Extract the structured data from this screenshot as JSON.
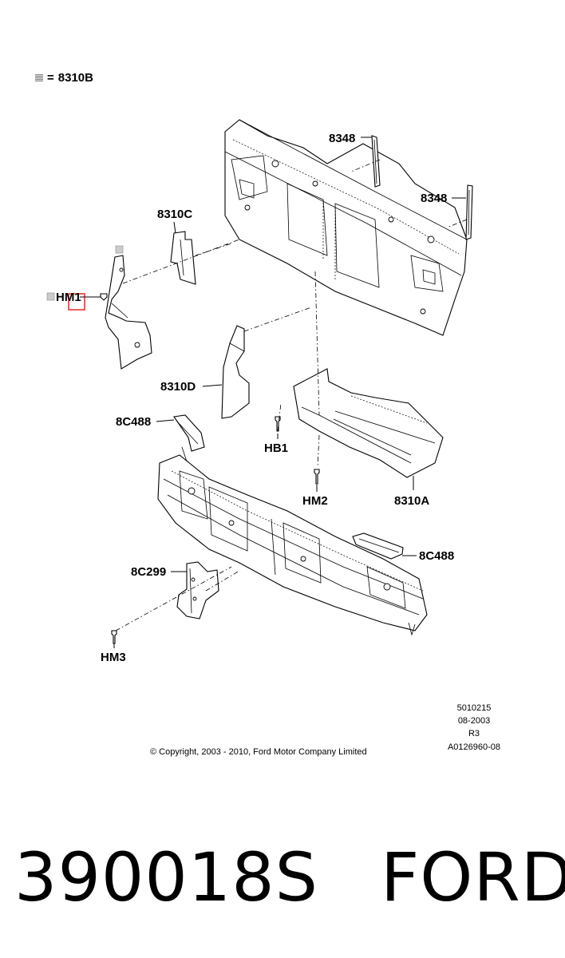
{
  "legend": {
    "swatch_name": "crosshatch-swatch",
    "equals": "=",
    "code": "8310B"
  },
  "callouts": {
    "c8348_top": "8348",
    "c8348_right": "8348",
    "c8310C": "8310C",
    "cHM1": "HM1",
    "c8310D": "8310D",
    "c8C488_left": "8C488",
    "cHB1": "HB1",
    "cHM2": "HM2",
    "c8310A": "8310A",
    "c8C488_right": "8C488",
    "c8C299": "8C299",
    "cHM3": "HM3"
  },
  "info": {
    "line1": "5010215",
    "line2": "08-2003",
    "line3": "R3",
    "line4": "A0126960-08",
    "copyright": "© Copyright, 2003 - 2010, Ford Motor Company Limited"
  },
  "caption": {
    "part_number": "390018S",
    "brand": "FORD"
  },
  "highlight_color": "#e53935"
}
